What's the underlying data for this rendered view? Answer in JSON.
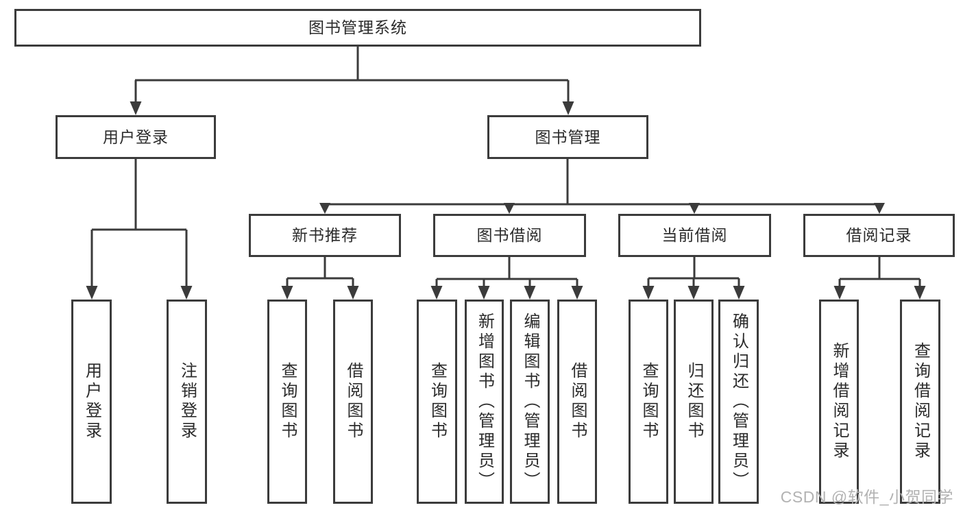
{
  "diagram_type": "functional-structure-tree",
  "colors": {
    "line": "#3b3b3b",
    "text": "#2b2b2b",
    "watermark_gray": "#b2b2b2",
    "background": "#ffffff"
  },
  "tree": {
    "root": {
      "label": "图书管理系统",
      "children": [
        {
          "label": "用户登录",
          "children": [
            {
              "label": "用户登录"
            },
            {
              "label": "注销登录"
            }
          ]
        },
        {
          "label": "图书管理",
          "children": [
            {
              "label": "新书推荐",
              "children": [
                {
                  "label": "查询图书"
                },
                {
                  "label": "借阅图书"
                }
              ]
            },
            {
              "label": "图书借阅",
              "children": [
                {
                  "label": "查询图书"
                },
                {
                  "label": "新增图书（管理员）"
                },
                {
                  "label": "编辑图书（管理员）"
                },
                {
                  "label": "借阅图书"
                }
              ]
            },
            {
              "label": "当前借阅",
              "children": [
                {
                  "label": "查询图书"
                },
                {
                  "label": "归还图书"
                },
                {
                  "label": "确认归还（管理员）"
                }
              ]
            },
            {
              "label": "借阅记录",
              "children": [
                {
                  "label": "新增借阅记录"
                },
                {
                  "label": "查询借阅记录"
                }
              ]
            }
          ]
        }
      ]
    }
  },
  "watermark": {
    "text": "CSDN @软件_小贺同学"
  }
}
